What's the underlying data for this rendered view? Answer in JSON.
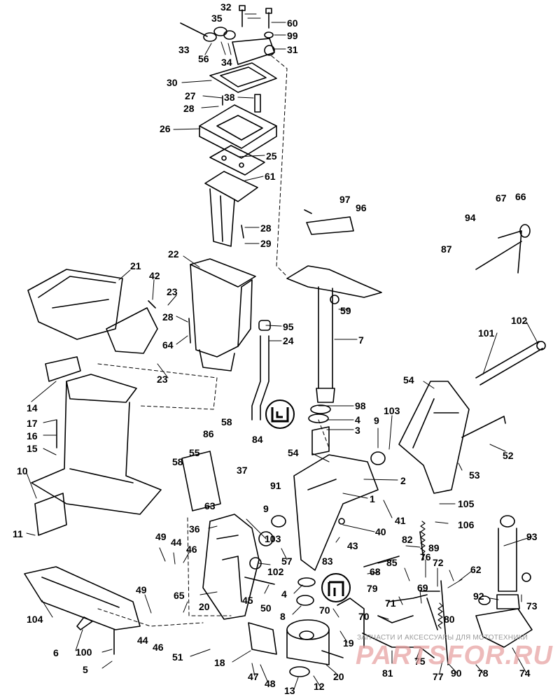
{
  "callouts": [
    "32",
    "35",
    "60",
    "99",
    "33",
    "56",
    "34",
    "31",
    "30",
    "27",
    "38",
    "28",
    "26",
    "25",
    "61",
    "28",
    "29",
    "97",
    "96",
    "67",
    "66",
    "94",
    "87",
    "22",
    "21",
    "42",
    "23",
    "28",
    "64",
    "59",
    "7",
    "95",
    "24",
    "102",
    "101",
    "23",
    "14",
    "17",
    "16",
    "15",
    "10",
    "11",
    "58",
    "86",
    "84",
    "37",
    "91",
    "55",
    "58",
    "63",
    "98",
    "4",
    "3",
    "9",
    "103",
    "54",
    "2",
    "54",
    "52",
    "53",
    "1",
    "41",
    "9",
    "36",
    "103",
    "40",
    "43",
    "57",
    "82",
    "89",
    "105",
    "106",
    "93",
    "49",
    "44",
    "46",
    "102",
    "45",
    "50",
    "83",
    "68",
    "85",
    "76",
    "72",
    "62",
    "49",
    "65",
    "20",
    "8",
    "4",
    "79",
    "69",
    "92",
    "73",
    "104",
    "71",
    "70",
    "70",
    "80",
    "44",
    "46",
    "6",
    "100",
    "51",
    "18",
    "19",
    "81",
    "75",
    "77",
    "90",
    "78",
    "74",
    "5",
    "47",
    "48",
    "13",
    "12",
    "20"
  ],
  "watermark": {
    "caption": "ЗАПЧАСТИ И АКСЕССУАРЫ ДЛЯ МОТОТЕХНИКИ",
    "brand": "PARTSFOR.RU",
    "color": "#e8a3a3"
  },
  "colors": {
    "ink": "#000000",
    "paper": "#ffffff"
  }
}
